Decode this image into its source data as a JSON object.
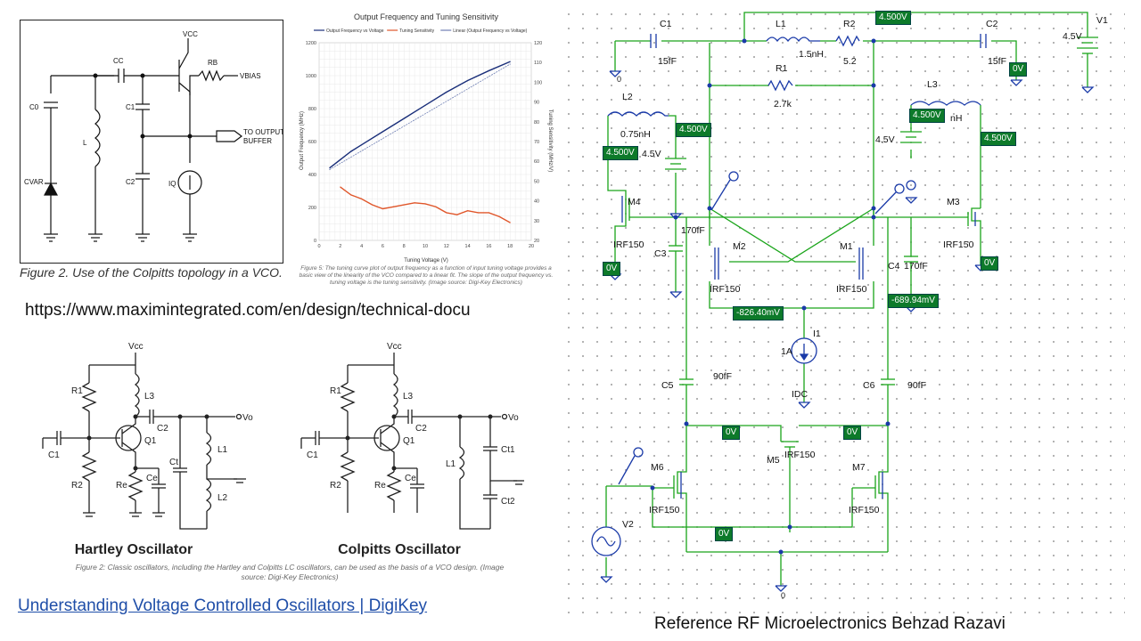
{
  "vco_figure": {
    "labels": {
      "vcc": "VCC",
      "cc": "CC",
      "rb": "RB",
      "vbias": "VBIAS",
      "c0": "C0",
      "c1": "C1",
      "c2": "C2",
      "l": "L",
      "cvar": "CVAR",
      "iq": "IQ",
      "output1": "TO OUTPUT",
      "output2": "BUFFER"
    },
    "caption": "Figure 2. Use of the Colpitts topology in a VCO."
  },
  "freq_chart": {
    "caption": "Figure 5: The tuning curve plot of output frequency as a function of input tuning voltage provides a basic view of the linearity of the VCO compared to a linear fit. The slope of the output frequency vs. tuning voltage is the tuning sensitivity. (Image source: Digi-Key Electronics)"
  },
  "chart_data": {
    "type": "line",
    "title": "Output Frequency and Tuning Sensitivity",
    "xlabel": "Tuning Voltage (V)",
    "ylabel": "Output Frequency (MHz)",
    "y2label": "Tuning Sensitivity (MHz/V)",
    "xlim": [
      0,
      20
    ],
    "ylim": [
      0,
      1200
    ],
    "y2lim": [
      20,
      120
    ],
    "xticks": [
      0,
      2,
      4,
      6,
      8,
      10,
      12,
      14,
      16,
      18,
      20
    ],
    "yticks": [
      0,
      200,
      400,
      600,
      800,
      1000,
      1200
    ],
    "y2ticks": [
      20,
      30,
      40,
      50,
      60,
      70,
      80,
      90,
      100,
      110,
      120
    ],
    "grid": true,
    "legend_position": "top",
    "series": [
      {
        "name": "Output Frequency vs Voltage",
        "axis": "left",
        "color": "#1a2f7a",
        "x": [
          1,
          2,
          3,
          4,
          6,
          8,
          10,
          12,
          14,
          16,
          18
        ],
        "y": [
          440,
          490,
          540,
          580,
          660,
          740,
          820,
          900,
          970,
          1030,
          1085
        ]
      },
      {
        "name": "Tuning Sensitivity",
        "axis": "right",
        "color": "#e0562a",
        "x": [
          2,
          3,
          4,
          5,
          6,
          7,
          8,
          9,
          10,
          11,
          12,
          13,
          14,
          15,
          16,
          17,
          18
        ],
        "y": [
          47,
          43,
          41,
          38,
          36,
          37,
          38,
          39,
          38.5,
          37,
          34,
          33,
          35,
          34,
          34,
          32,
          29
        ]
      },
      {
        "name": "Linear (Output Frequency vs Voltage)",
        "axis": "left",
        "color": "#6f7fb3",
        "x": [
          1,
          18
        ],
        "y": [
          430,
          1070
        ]
      }
    ]
  },
  "maxim_url": "https://www.maximintegrated.com/en/design/technical-docu",
  "oscillators": {
    "hartley_title": "Hartley Oscillator",
    "colpitts_title": "Colpitts Oscillator",
    "labels": {
      "vcc": "Vcc",
      "r1": "R1",
      "r2": "R2",
      "l3": "L3",
      "c2": "C2",
      "q1": "Q1",
      "vo": "Vo",
      "c1": "C1",
      "re": "Re",
      "ce": "Ce",
      "ct": "Ct",
      "l1": "L1",
      "l2": "L2",
      "ct1": "Ct1",
      "ct2": "Ct2"
    },
    "caption": "Figure 2: Classic oscillators, including the Hartley and Colpitts LC oscillators, can be used as the basis of a VCO design. (Image source: Digi-Key Electronics)"
  },
  "digikey_link": "Understanding Voltage Controlled Oscillators | DigiKey",
  "razavi": {
    "reference": "Reference RF Microelectronics Behzad Razavi",
    "labels": {
      "c1": "C1",
      "c1v": "15fF",
      "c2": "C2",
      "c2v": "15fF",
      "l1": "L1",
      "l1v": "1.5nH",
      "r2": "R2",
      "r2v": "5.2",
      "r1": "R1",
      "r1v": "2.7k",
      "l2": "L2",
      "l2v": "0.75nH",
      "l3": "L3",
      "l3v": "nH",
      "v1": "V1",
      "v45": "4.5V",
      "m1": "M1",
      "m2": "M2",
      "m3": "M3",
      "m4": "M4",
      "m5": "M5",
      "m6": "M6",
      "m7": "M7",
      "irf": "IRF150",
      "c3": "C3",
      "c3v": "170fF",
      "c4": "C4",
      "c4v": "170fF",
      "c5": "C5",
      "c5v": "90fF",
      "c6": "C6",
      "c6v": "90fF",
      "i1": "I1",
      "i1v": "1A",
      "idc": "IDC",
      "v2": "V2",
      "zero": "0"
    },
    "tags": {
      "top": "4.500V",
      "l3": "4.500V",
      "m3": "4.500V",
      "m4a": "4.500V",
      "m4b": "4.500V",
      "c2": "0V",
      "m4low": "0V",
      "m3low": "0V",
      "left_node": "-826.40mV",
      "right_node": "-689.94mV",
      "m5l": "0V",
      "m5r": "0V",
      "bottom": "0V"
    }
  }
}
